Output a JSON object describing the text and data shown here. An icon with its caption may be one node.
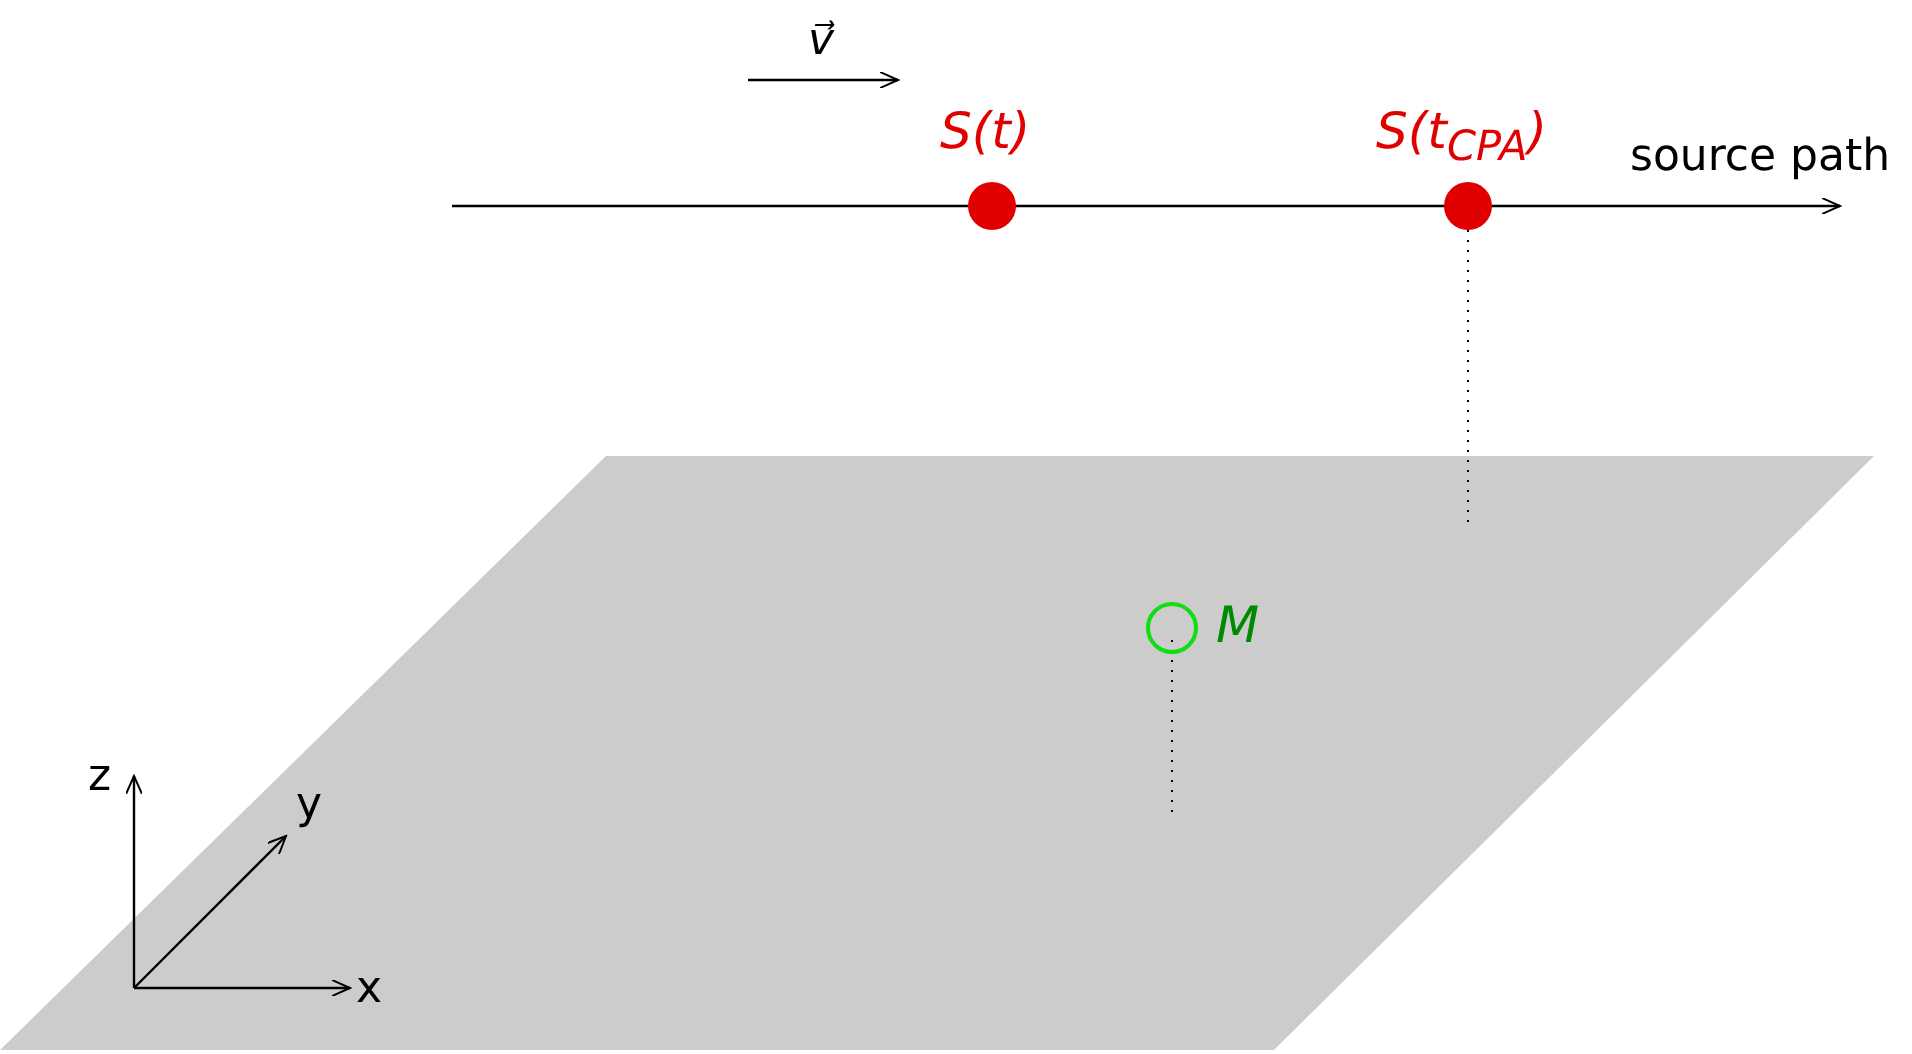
{
  "diagram": {
    "nodes": [
      {
        "text": [
          "S(t)"
        ]
      },
      {
        "text": [
          "S(t$_{CPA}$)"
        ]
      },
      {
        "text": [
          "M"
        ]
      }
    ],
    "labels": [
      "v⃗",
      "source path",
      "z",
      "y",
      "x"
    ]
  }
}
